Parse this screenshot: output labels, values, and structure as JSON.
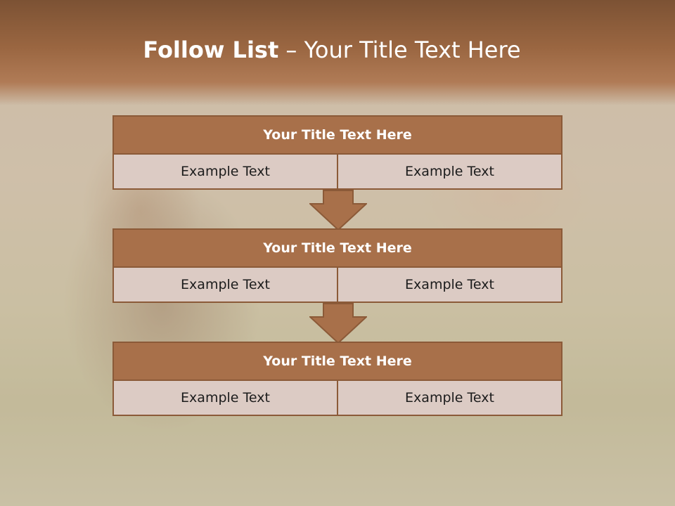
{
  "slide": {
    "title_bold": "Follow List",
    "title_rest": " – Your Title Text Here"
  },
  "blocks": [
    {
      "title": "Your Title Text Here",
      "left": "Example Text",
      "right": "Example Text"
    },
    {
      "title": "Your Title Text Here",
      "left": "Example Text",
      "right": "Example Text"
    },
    {
      "title": "Your Title Text Here",
      "left": "Example Text",
      "right": "Example Text"
    }
  ],
  "colors": {
    "accent": "#a8704a",
    "border": "#8b5a38",
    "row_fill": "#dccbc4",
    "header_band": "#9a6641"
  }
}
